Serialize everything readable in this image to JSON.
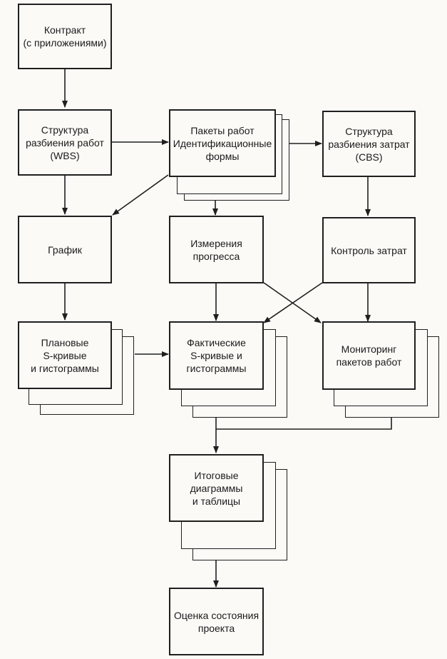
{
  "colors": {
    "stroke": "#1f1f1f",
    "background": "#fbfaf7"
  },
  "nodes": {
    "contract": "Контракт\n(с приложениями)",
    "wbs": "Структура\nразбиения работ\n(WBS)",
    "work_packages": "Пакеты работ\nИдентификационные\nформы",
    "cbs": "Структура\nразбиения затрат\n(CBS)",
    "schedule": "График",
    "progress": "Измерения\nпрогресса",
    "cost_control": "Контроль затрат",
    "planned_curves": "Плановые\nS-кривые\nи гистограммы",
    "actual_curves": "Фактические\nS-кривые и\nгистограммы",
    "package_monitoring": "Мониторинг\nпакетов работ",
    "summary_charts": "Итоговые\nдиаграммы\nи таблицы",
    "status_assessment": "Оценка состояния\nпроекта"
  }
}
